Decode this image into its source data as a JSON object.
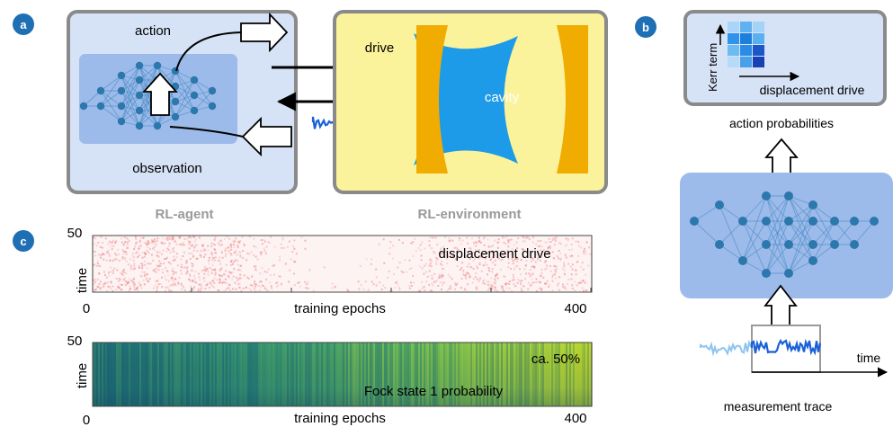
{
  "panel_labels": {
    "a": "a",
    "b": "b",
    "c": "c"
  },
  "panel_a": {
    "action": "action",
    "observation": "observation",
    "drive": "drive",
    "cavity": "cavity",
    "agent_caption": "RL-agent",
    "environment_caption": "RL-environment"
  },
  "panel_b": {
    "kerr_axis": "Kerr term",
    "displacement_axis": "displacement drive",
    "action_probabilities": "action probabilities",
    "time_label": "time",
    "measurement_trace": "measurement trace"
  },
  "panel_c": {
    "top": {
      "ylabel": "time",
      "ytick_max": "50",
      "xtick_min": "0",
      "xtick_max": "400",
      "xlabel": "training epochs",
      "annotation": "displacement drive"
    },
    "bottom": {
      "ylabel": "time",
      "ytick_max": "50",
      "xtick_min": "0",
      "xtick_max": "400",
      "xlabel": "training epochs",
      "annotation_pct": "ca. 50%",
      "annotation": "Fock state 1 probability"
    }
  },
  "colors": {
    "badge": "#1f6fb4",
    "agent_box_fill": "#d6e2f6",
    "env_box_fill": "#fbf39b",
    "box_border": "#8a8a8a",
    "cavity_blue": "#1e9be8",
    "mirror_orange": "#f0ac00",
    "node": "#2c77ac",
    "drive_heatmap": "#f08a8a"
  }
}
